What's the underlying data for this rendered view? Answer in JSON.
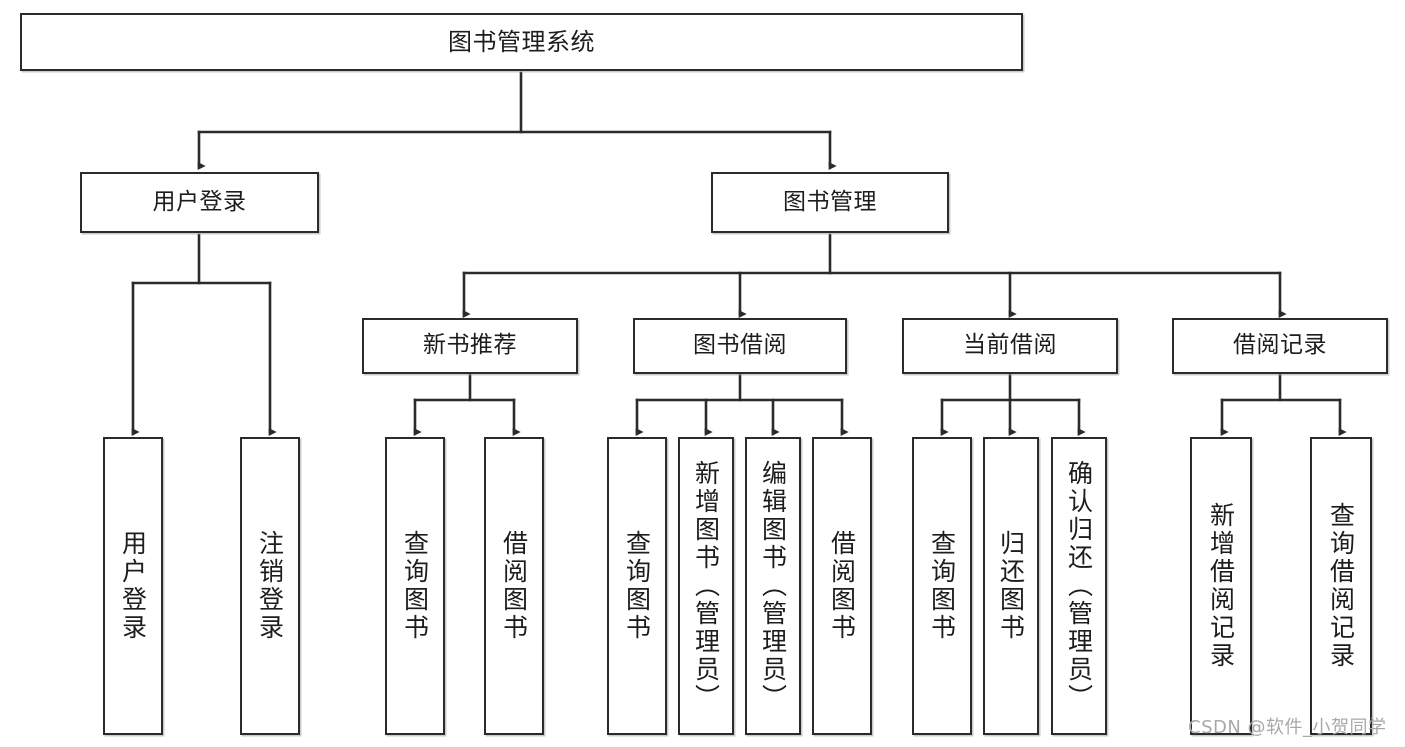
{
  "diagram": {
    "title": "图书管理系统",
    "type": "functional-structure-tree",
    "root": {
      "label": "图书管理系统"
    },
    "level1": [
      {
        "label": "用户登录"
      },
      {
        "label": "图书管理"
      }
    ],
    "level2": [
      {
        "label": "新书推荐"
      },
      {
        "label": "图书借阅"
      },
      {
        "label": "当前借阅"
      },
      {
        "label": "借阅记录"
      }
    ],
    "leaves": {
      "user_login": [
        {
          "label": "用户登录"
        },
        {
          "label": "注销登录"
        }
      ],
      "new_book_recommend": [
        {
          "label": "查询图书"
        },
        {
          "label": "借阅图书"
        }
      ],
      "book_borrow": [
        {
          "label": "查询图书"
        },
        {
          "label": "新增图书（管理员）"
        },
        {
          "label": "编辑图书（管理员）"
        },
        {
          "label": "借阅图书"
        }
      ],
      "current_borrow": [
        {
          "label": "查询图书"
        },
        {
          "label": "归还图书"
        },
        {
          "label": "确认归还（管理员）"
        }
      ],
      "borrow_records": [
        {
          "label": "新增借阅记录"
        },
        {
          "label": "查询借阅记录"
        }
      ]
    }
  },
  "watermark": {
    "text": "CSDN @软件_小贺同学"
  },
  "colors": {
    "box_border": "#2b2b2b",
    "box_fill": "#ffffff",
    "text": "#1d1d1d",
    "connector": "#2b2b2b",
    "watermark": "#a8a8a8",
    "background": "#ffffff"
  }
}
